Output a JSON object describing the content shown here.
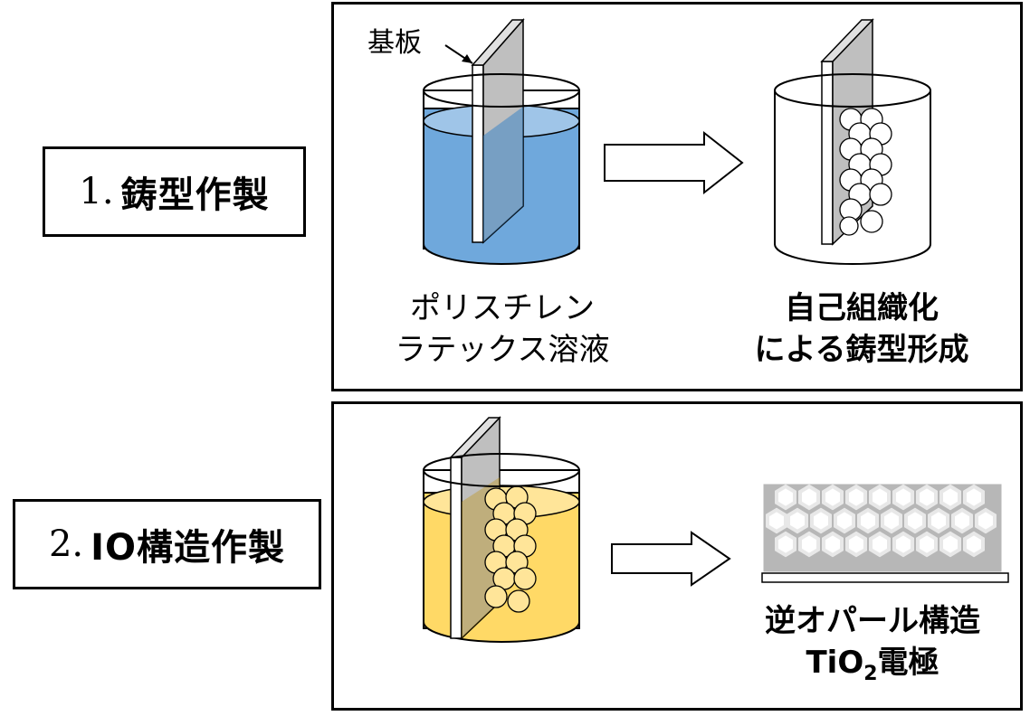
{
  "step1": {
    "number": "1.",
    "title": "鋳型作製",
    "substrate_label": "基板",
    "left_caption": [
      "ポリスチレン",
      "ラテックス溶液"
    ],
    "right_caption": [
      "自己組織化",
      "による鋳型形成"
    ]
  },
  "step2": {
    "number": "2.",
    "title": "IO構造作製",
    "right_caption_line1": "逆オパール構造",
    "right_caption_line2_prefix": "TiO",
    "right_caption_line2_sub": "2",
    "right_caption_line2_suffix": "電極"
  },
  "colors": {
    "latex_solution": "#6fa8dc",
    "precursor_solution": "#ffd966",
    "substrate": "#bfbfbf",
    "template_bead": "#ffffff",
    "io_frame_bg": "#b7b7b7"
  }
}
